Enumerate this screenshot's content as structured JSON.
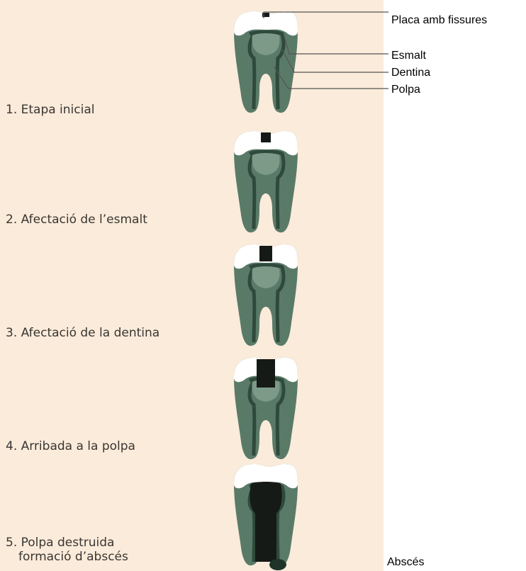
{
  "stages": [
    {
      "label": "1. Etapa inicial"
    },
    {
      "label": "2. Afectació de l’esmalt"
    },
    {
      "label": "3. Afectació de la dentina"
    },
    {
      "label": "4. Arribada a la polpa"
    },
    {
      "label": "5. Polpa destruida",
      "label_line2": "formació d’abscés"
    }
  ],
  "callouts": {
    "plaque": "Placa amb fissures",
    "enamel": "Esmalt",
    "dentin": "Dentina",
    "pulp": "Polpa",
    "abscess": "Abscés"
  },
  "colors": {
    "panel_background": "#faebda",
    "enamel": "#ffffff",
    "dentin": "#5a7a68",
    "pulp_and_root_canal": "#2f4a3c",
    "cavity": "#151a17",
    "leader_lines": "#555555"
  }
}
